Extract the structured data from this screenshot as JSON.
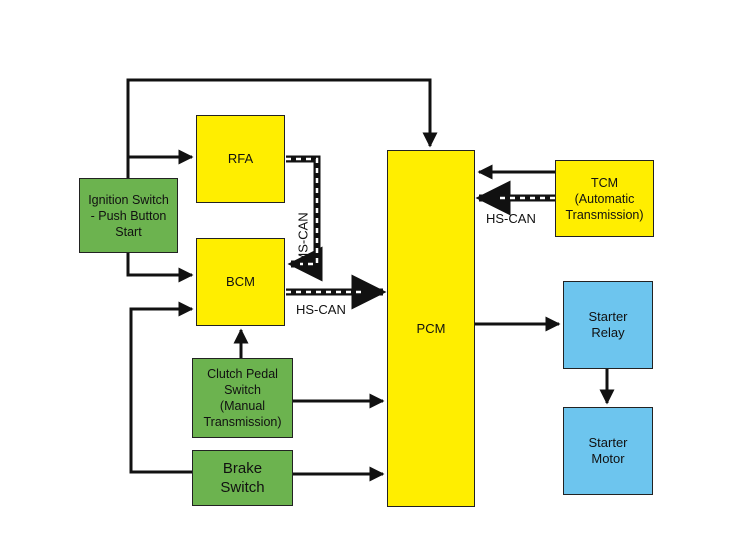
{
  "colors": {
    "green": "#6cb34f",
    "yellow": "#ffee00",
    "blue": "#6dc5ee",
    "line": "#111111"
  },
  "nodes": {
    "ignition": {
      "label": "Ignition Switch\n- Push Button\nStart"
    },
    "rfa": {
      "label": "RFA"
    },
    "bcm": {
      "label": "BCM"
    },
    "clutch": {
      "label": "Clutch Pedal\nSwitch\n(Manual\nTransmission)"
    },
    "brake": {
      "label": "Brake\nSwitch"
    },
    "pcm": {
      "label": "PCM"
    },
    "tcm": {
      "label": "TCM\n(Automatic\nTransmission)"
    },
    "relay": {
      "label": "Starter\nRelay"
    },
    "motor": {
      "label": "Starter\nMotor"
    }
  },
  "edge_labels": {
    "ms_can": "MS-CAN",
    "hs_can_bcm": "HS-CAN",
    "hs_can_tcm": "HS-CAN"
  }
}
